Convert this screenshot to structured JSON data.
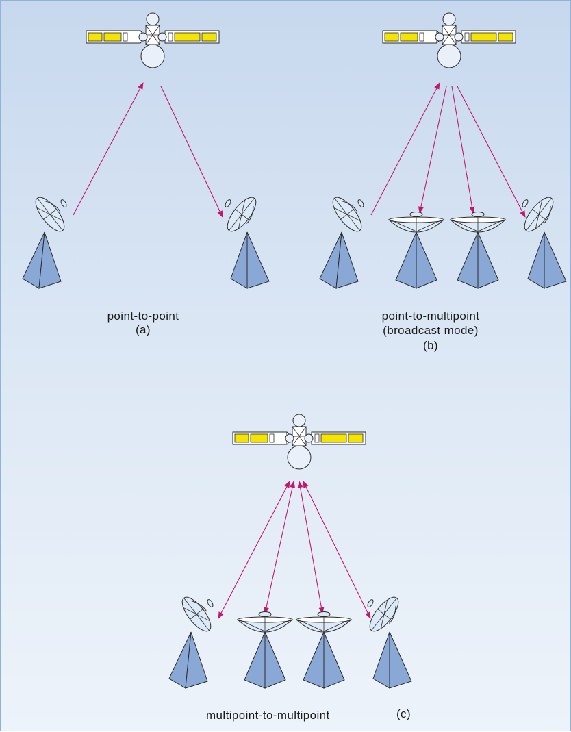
{
  "panels": {
    "a": {
      "caption": "point-to-point",
      "label": "(a)"
    },
    "b": {
      "caption": "point-to-multipoint",
      "caption2": "(broadcast mode)",
      "label": "(b)"
    },
    "c": {
      "caption": "multipoint-to-multipoint",
      "label": "(c)"
    }
  },
  "colors": {
    "arrow": "#c2186b",
    "panel": "#f5e400",
    "station": "#8aa8d6",
    "dish": "#dce9f7",
    "outline": "#2a2a2a"
  },
  "icons": [
    "satellite-icon",
    "parabolic-dish-icon",
    "flat-dish-icon",
    "arrow-link"
  ]
}
